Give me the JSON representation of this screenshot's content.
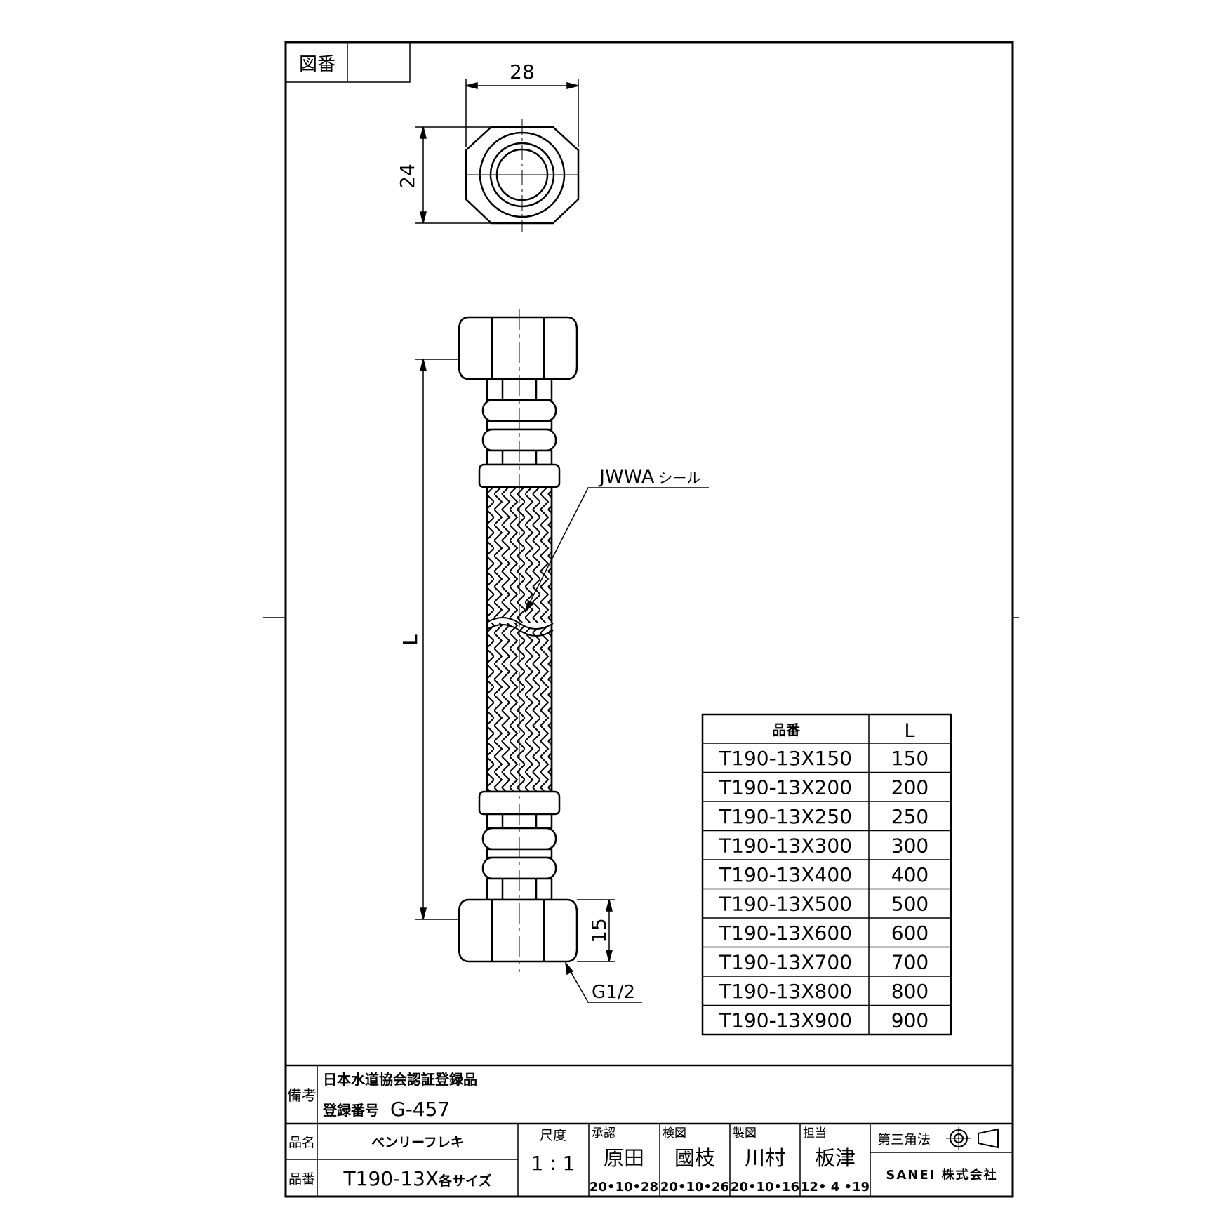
{
  "drawing_number_label": "図番",
  "dimensions": {
    "hex_width": "28",
    "hex_height": "24",
    "length": "L",
    "thread_length": "15",
    "thread": "G1/2"
  },
  "callout": {
    "seal_code": "JWWA",
    "seal_suffix": "シール"
  },
  "size_table": {
    "headers": [
      "品番",
      "L"
    ],
    "rows": [
      [
        "T190-13X150",
        "150"
      ],
      [
        "T190-13X200",
        "200"
      ],
      [
        "T190-13X250",
        "250"
      ],
      [
        "T190-13X300",
        "300"
      ],
      [
        "T190-13X400",
        "400"
      ],
      [
        "T190-13X500",
        "500"
      ],
      [
        "T190-13X600",
        "600"
      ],
      [
        "T190-13X700",
        "700"
      ],
      [
        "T190-13X800",
        "800"
      ],
      [
        "T190-13X900",
        "900"
      ]
    ]
  },
  "remarks": {
    "label": "備考",
    "line1": "日本水道協会認証登録品",
    "line2_label": "登録番号",
    "line2_value": "G-457"
  },
  "title_block": {
    "name_label": "品名",
    "name_value": "ベンリーフレキ",
    "number_label": "品番",
    "number_value": "T190-13X",
    "number_suffix": "各サイズ",
    "scale_label": "尺度",
    "scale_value": "1 : 1",
    "approvals": [
      {
        "role": "承認",
        "name": "原田",
        "date": "20•10•28"
      },
      {
        "role": "検図",
        "name": "國枝",
        "date": "20•10•26"
      },
      {
        "role": "製図",
        "name": "川村",
        "date": "20•10•16"
      },
      {
        "role": "担当",
        "name": "板津",
        "date": "12• 4 •19"
      }
    ],
    "projection": "第三角法",
    "company": "SANEI 株式会社"
  }
}
